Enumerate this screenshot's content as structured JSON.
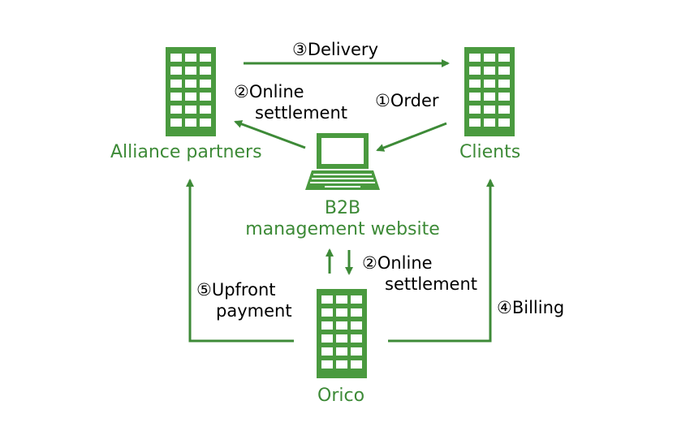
{
  "colors": {
    "accent": "#3d8a37",
    "building": "#4a9a3f",
    "window": "#ffffff",
    "text": "#000000"
  },
  "nodes": {
    "alliance": {
      "label": "Alliance partners",
      "icon": "building-icon"
    },
    "clients": {
      "label": "Clients",
      "icon": "building-icon"
    },
    "website_line1": "B2B",
    "website_line2": "management website",
    "website_icon": "laptop-icon",
    "orico": {
      "label": "Orico",
      "icon": "building-icon"
    }
  },
  "edges": {
    "delivery": "③Delivery",
    "order": "①Order",
    "online_settlement_top_1": "②Online",
    "online_settlement_top_2": "settlement",
    "online_settlement_bottom_1": "②Online",
    "online_settlement_bottom_2": "settlement",
    "upfront_1": "⑤Upfront",
    "upfront_2": "payment",
    "billing": "④Billing"
  }
}
